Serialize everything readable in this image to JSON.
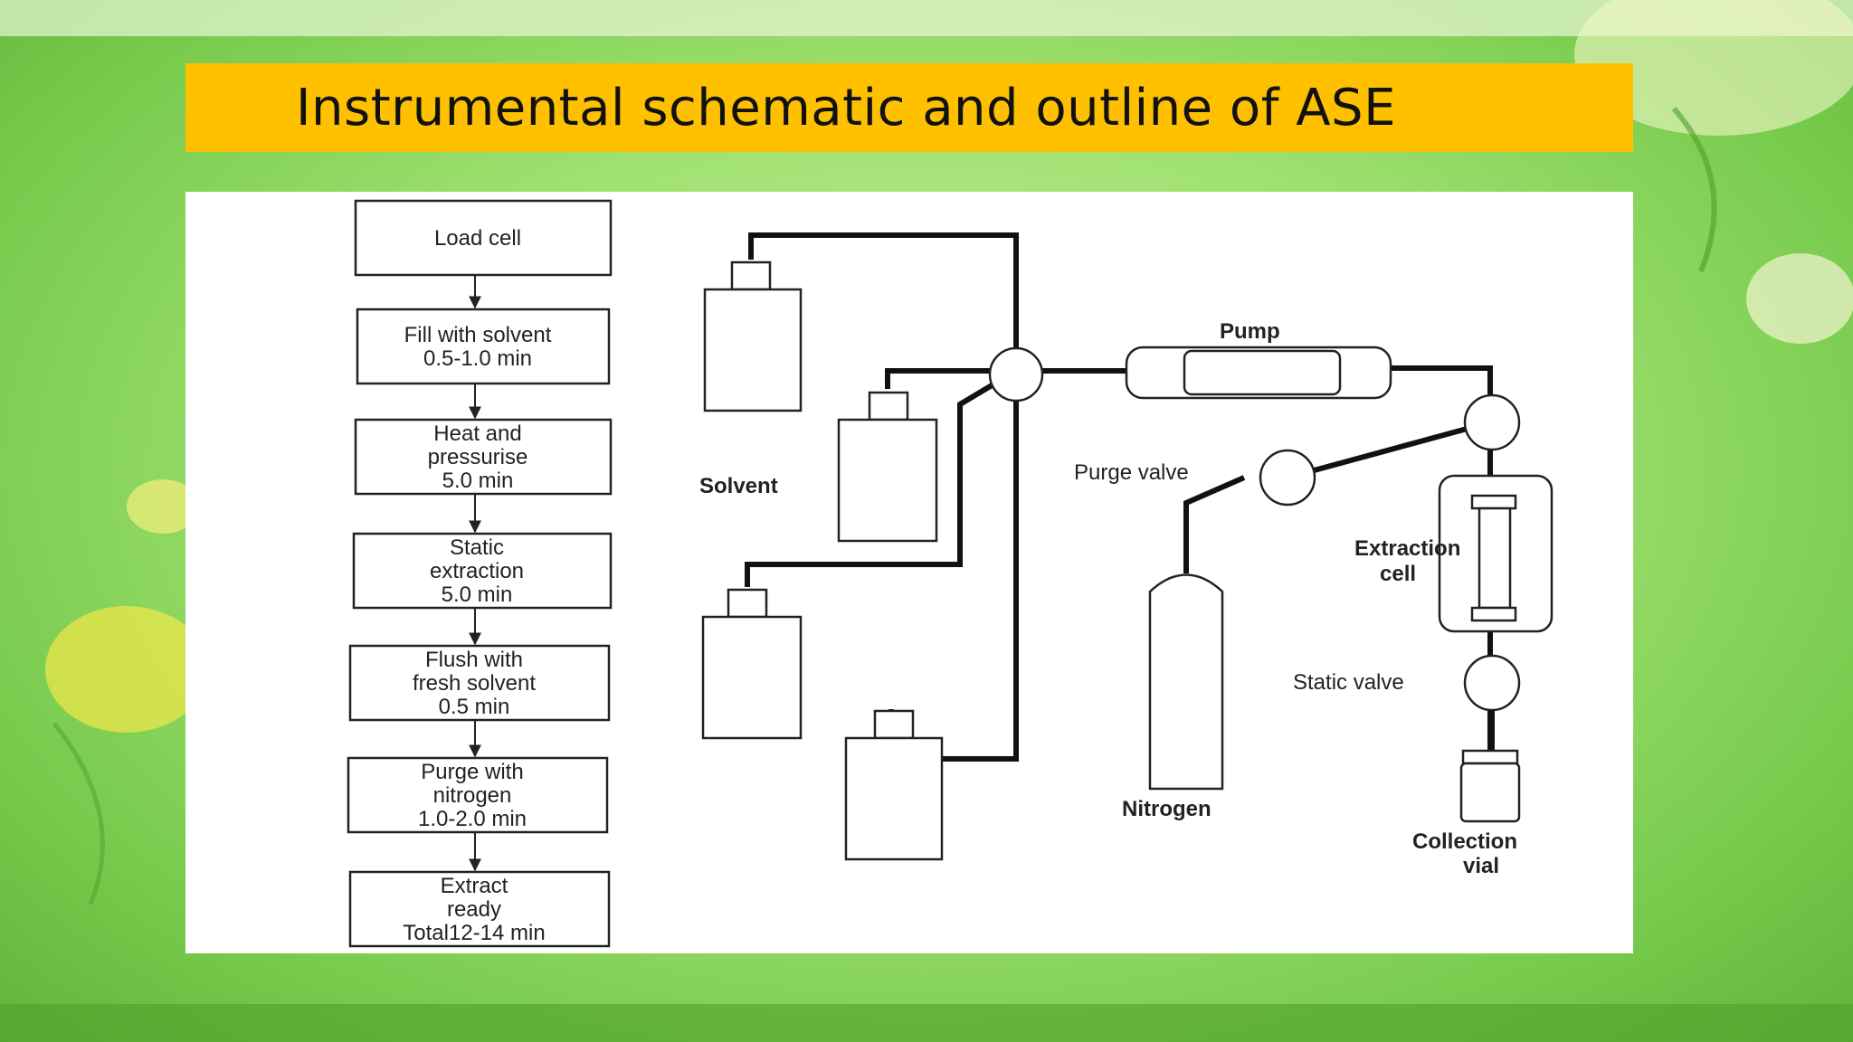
{
  "title": "Instrumental schematic and outline of ASE",
  "flowchart": {
    "steps": [
      {
        "lines": [
          "Load cell"
        ]
      },
      {
        "lines": [
          "Fill with solvent",
          "0.5-1.0 min"
        ]
      },
      {
        "lines": [
          "Heat and",
          "pressurise",
          "5.0 min"
        ]
      },
      {
        "lines": [
          "Static",
          "extraction",
          "5.0 min"
        ]
      },
      {
        "lines": [
          "Flush with",
          "fresh solvent",
          "0.5 min"
        ]
      },
      {
        "lines": [
          "Purge with",
          "nitrogen",
          "1.0-2.0 min"
        ]
      },
      {
        "lines": [
          "Extract",
          "ready",
          "Total12-14 min"
        ]
      }
    ]
  },
  "schematic": {
    "solvent_label": "Solvent",
    "pump_label": "Pump",
    "purge_valve_label": "Purge valve",
    "extraction_cell_label": [
      "Extraction",
      "cell"
    ],
    "static_valve_label": "Static valve",
    "nitrogen_label": "Nitrogen",
    "collection_vial_label": [
      "Collection",
      "vial"
    ]
  },
  "colors": {
    "title_bar": "#ffc000",
    "pipe": "#111111"
  }
}
